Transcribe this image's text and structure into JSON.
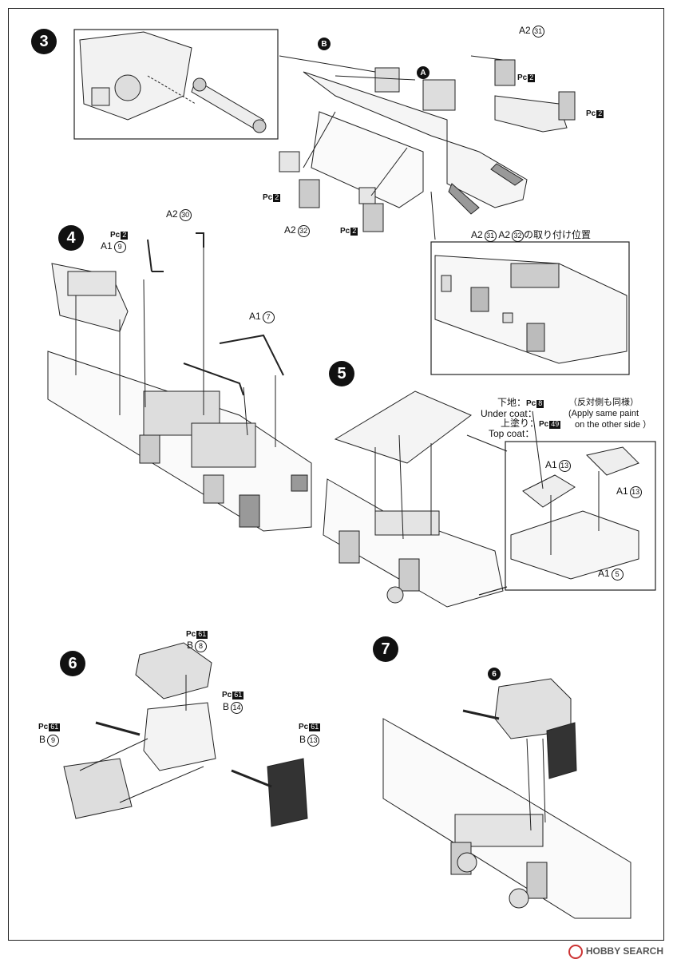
{
  "steps": [
    {
      "number": "3"
    },
    {
      "number": "4"
    },
    {
      "number": "5"
    },
    {
      "number": "6"
    },
    {
      "number": "7"
    }
  ],
  "step3": {
    "badge_a": "A",
    "badge_b": "B",
    "pc_a": "Pc",
    "pc_a_num": "2",
    "pc_b": "Pc",
    "pc_b_num": "2",
    "pc_c": "Pc",
    "pc_c_num": "2",
    "pc_d": "Pc",
    "pc_d_num": "2",
    "part_a2_31": "A2",
    "part_a2_31_num": "31",
    "part_a2_32": "A2",
    "part_a2_32_num": "32",
    "inset_caption_a": "A2",
    "inset_caption_a_num": "31",
    "inset_caption_b": "A2",
    "inset_caption_b_num": "32",
    "inset_caption_text": "の取り付け位置"
  },
  "step4": {
    "pc": "Pc",
    "pc_num": "2",
    "part_a1_9": "A1",
    "part_a1_9_num": "9",
    "part_a2_30": "A2",
    "part_a2_30_num": "30",
    "part_a1_7": "A1",
    "part_a1_7_num": "7"
  },
  "step5": {
    "undercoat_jp": "下地：",
    "undercoat_en": "Under coat：",
    "undercoat_pc": "Pc",
    "undercoat_num": "8",
    "topcoat_jp": "上塗り：",
    "topcoat_en": "Top coat：",
    "topcoat_pc": "Pc",
    "topcoat_num": "49",
    "note_jp": "（反対側も同様）",
    "note_en1": "(Apply same paint",
    "note_en2": "on the other side ）",
    "part_a1_13a": "A1",
    "part_a1_13a_num": "13",
    "part_a1_13b": "A1",
    "part_a1_13b_num": "13",
    "part_a1_5": "A1",
    "part_a1_5_num": "5"
  },
  "step6": {
    "pc_top": "Pc",
    "pc_top_num": "61",
    "part_b8": "B",
    "part_b8_num": "8",
    "pc_mid": "Pc",
    "pc_mid_num": "61",
    "part_b14": "B",
    "part_b14_num": "14",
    "pc_left": "Pc",
    "pc_left_num": "61",
    "part_b9": "B",
    "part_b9_num": "9",
    "pc_right": "Pc",
    "pc_right_num": "61",
    "part_b13": "B",
    "part_b13_num": "13"
  },
  "step7": {
    "ref_badge": "6"
  },
  "watermark": "HOBBY SEARCH"
}
